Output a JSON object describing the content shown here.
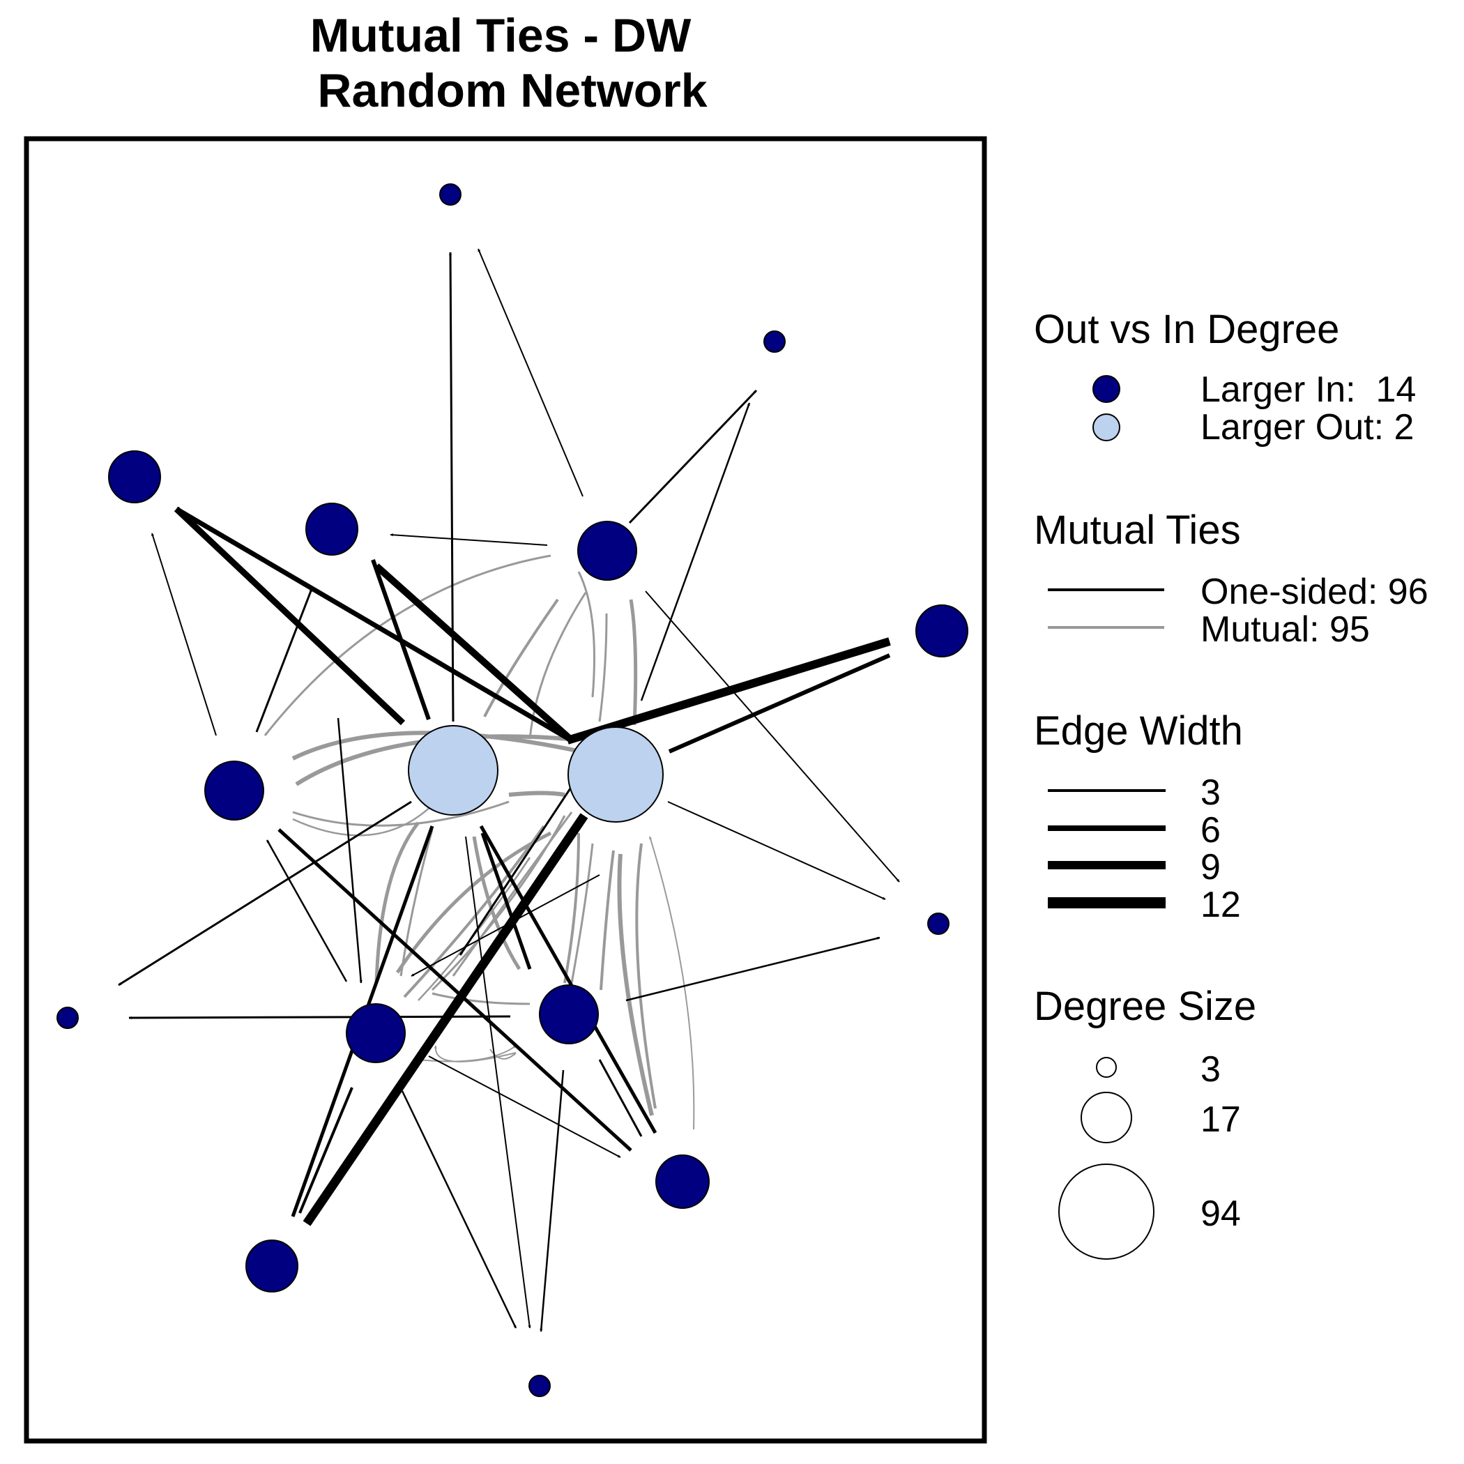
{
  "title": {
    "line1": "Mutual Ties - DW",
    "line2": "Random Network"
  },
  "colors": {
    "larger_in": "#000080",
    "larger_out": "#bcd2ee",
    "one_sided": "#000000",
    "mutual": "#999999"
  },
  "legend": {
    "degree": {
      "heading": "Out vs In Degree",
      "items": [
        {
          "label": "Larger In:  14",
          "kind": "in"
        },
        {
          "label": "Larger Out: 2",
          "kind": "out"
        }
      ]
    },
    "ties": {
      "heading": "Mutual Ties",
      "items": [
        {
          "label": "One-sided: 96",
          "kind": "one_sided"
        },
        {
          "label": "Mutual: 95",
          "kind": "mutual"
        }
      ]
    },
    "width": {
      "heading": "Edge Width",
      "items": [
        {
          "label": "3",
          "width": 3
        },
        {
          "label": "6",
          "width": 6
        },
        {
          "label": "9",
          "width": 9
        },
        {
          "label": "12",
          "width": 12
        }
      ]
    },
    "size": {
      "heading": "Degree Size",
      "items": [
        {
          "label": "3",
          "degree": 3
        },
        {
          "label": "17",
          "degree": 17
        },
        {
          "label": "94",
          "degree": 94
        }
      ]
    }
  }
}
